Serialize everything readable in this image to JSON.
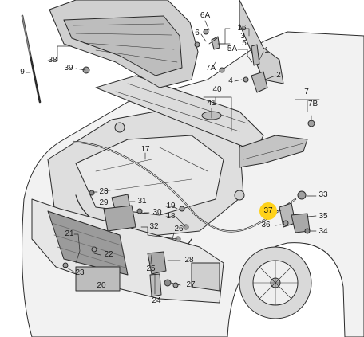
{
  "diagram": {
    "colors": {
      "stroke": "#2b2b2b",
      "car_fill": "#f2f2f2",
      "engine_fill": "#dedede",
      "part_fill": "#b9b9b9",
      "highlight": "#ffd21a"
    },
    "callouts": [
      {
        "id": "c38",
        "text": "38"
      },
      {
        "id": "c39",
        "text": "39"
      },
      {
        "id": "c9",
        "text": "9"
      },
      {
        "id": "c6a",
        "text": "6A"
      },
      {
        "id": "c6",
        "text": "6"
      },
      {
        "id": "c16",
        "text": "16"
      },
      {
        "id": "c3",
        "text": "3"
      },
      {
        "id": "c5",
        "text": "5"
      },
      {
        "id": "c5a",
        "text": "5A"
      },
      {
        "id": "c1",
        "text": "1"
      },
      {
        "id": "c2",
        "text": "2"
      },
      {
        "id": "c7a",
        "text": "7A"
      },
      {
        "id": "c4",
        "text": "4"
      },
      {
        "id": "c40",
        "text": "40"
      },
      {
        "id": "c41",
        "text": "41"
      },
      {
        "id": "c7",
        "text": "7"
      },
      {
        "id": "c7b",
        "text": "7B"
      },
      {
        "id": "c17",
        "text": "17"
      },
      {
        "id": "c23a",
        "text": "23"
      },
      {
        "id": "c29",
        "text": "29"
      },
      {
        "id": "c31",
        "text": "31"
      },
      {
        "id": "c30",
        "text": "30"
      },
      {
        "id": "c19",
        "text": "19"
      },
      {
        "id": "c18",
        "text": "18"
      },
      {
        "id": "c32",
        "text": "32"
      },
      {
        "id": "c21",
        "text": "21"
      },
      {
        "id": "c22",
        "text": "22"
      },
      {
        "id": "c23b",
        "text": "23"
      },
      {
        "id": "c26",
        "text": "26"
      },
      {
        "id": "c28",
        "text": "28"
      },
      {
        "id": "c20",
        "text": "20"
      },
      {
        "id": "c25",
        "text": "25"
      },
      {
        "id": "c27",
        "text": "27"
      },
      {
        "id": "c24",
        "text": "24"
      },
      {
        "id": "c37",
        "text": "37"
      },
      {
        "id": "c36",
        "text": "36"
      },
      {
        "id": "c33",
        "text": "33"
      },
      {
        "id": "c35",
        "text": "35"
      },
      {
        "id": "c34",
        "text": "34"
      }
    ]
  }
}
